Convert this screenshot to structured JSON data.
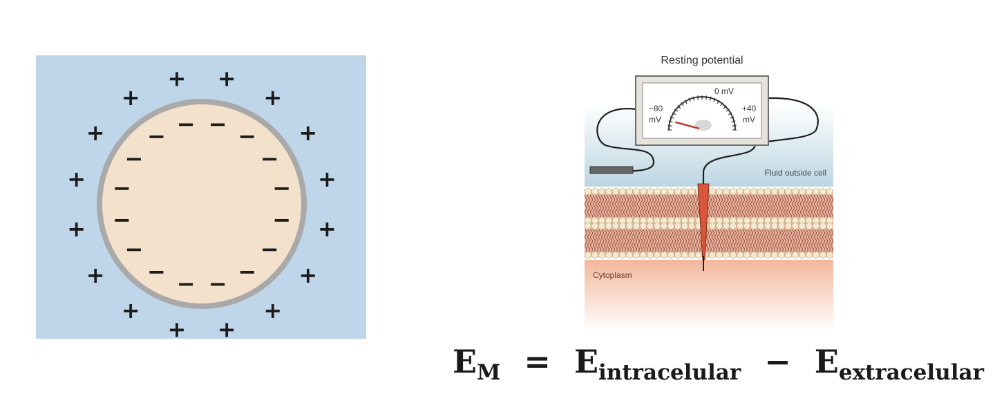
{
  "cell_diagram": {
    "outer_charge": "+",
    "inner_charge": "−",
    "colors": {
      "background": "#bfd6ea",
      "membrane": "#a9a9a9",
      "cytoplasm": "#f3e1cc"
    }
  },
  "meter_diagram": {
    "title": "Resting potential",
    "zero_label": "0 mV",
    "min_label": [
      "−80",
      "mV"
    ],
    "max_label": [
      "+40",
      "mV"
    ],
    "outside_label": "Fluid outside cell",
    "inside_label": "Cytoplasm",
    "needle_value_mv": -70
  },
  "equation": {
    "lhs": "E",
    "lhs_sub": "M",
    "eq": "=",
    "term1": "E",
    "term1_sub": "intracelular",
    "minus": "−",
    "term2": "E",
    "term2_sub": "extracelular"
  }
}
